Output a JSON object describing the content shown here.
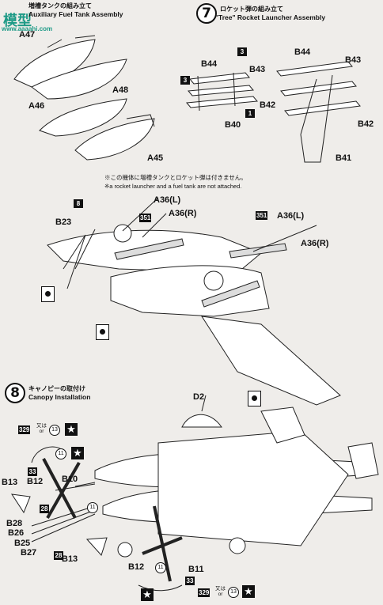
{
  "watermark": {
    "logo_text": "模型",
    "site_text": "www.aaaahi.com"
  },
  "step6": {
    "title_jp": "増槽タンクの組み立て",
    "title_en": "Auxiliary Fuel Tank Assembly",
    "parts": [
      "A47",
      "A48",
      "A46",
      "A45"
    ]
  },
  "step7": {
    "number": "7",
    "title_jp": "ロケット弾の組み立て",
    "title_en": "\"Tree\" Rocket Launcher Assembly",
    "parts_left": [
      "B44",
      "B43",
      "B42",
      "B40"
    ],
    "boxes_left": [
      "3",
      "3",
      "1"
    ],
    "parts_right": [
      "B44",
      "B43",
      "B42",
      "B41"
    ]
  },
  "notes": {
    "jp": "※この機体に増槽タンクとロケット弾は付きません。",
    "en": "※a rocket launcher and a fuel tank are not attached."
  },
  "wheel_section": {
    "box_8": "8",
    "part_b23": "B23",
    "part_a36l": "A36(L)",
    "part_a36r": "A36(R)",
    "paint_351": "351",
    "part_a36l_b": "A36(L)",
    "part_a36r_b": "A36(R)",
    "paint_351_b": "351"
  },
  "step8": {
    "number": "8",
    "title_jp": "キャノピーの取付け",
    "title_en": "Canopy Installation",
    "part_d2": "D2",
    "paint_329": "329",
    "or_jp": "又は",
    "or_en": "or",
    "circle_13": "13",
    "circle_11": "11",
    "box_33": "33",
    "box_28": "28",
    "parts": [
      "B13",
      "B12",
      "B10",
      "B28",
      "B26",
      "B25",
      "B27",
      "B13",
      "B12",
      "B11"
    ]
  },
  "colors": {
    "paint_box": "#111111",
    "background": "#efedea",
    "watermark": "#1d9a86"
  }
}
